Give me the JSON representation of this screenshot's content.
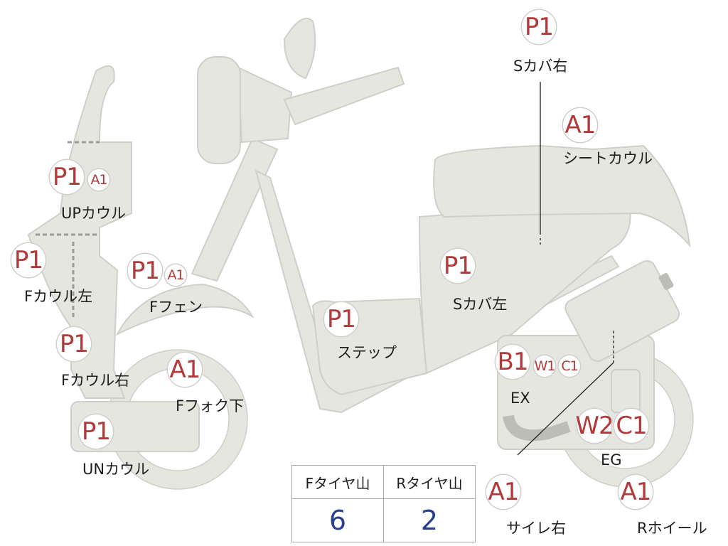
{
  "parts": [
    {
      "name": "s-cover-right",
      "codes": [
        "P1"
      ],
      "label": "Sカバ右"
    },
    {
      "name": "seat-cowl",
      "codes": [
        "A1"
      ],
      "label": "シートカウル"
    },
    {
      "name": "up-cowl",
      "codes": [
        "P1",
        "A1"
      ],
      "label": "UPカウル"
    },
    {
      "name": "f-cowl-left",
      "codes": [
        "P1"
      ],
      "label": "Fカウル左"
    },
    {
      "name": "f-fender",
      "codes": [
        "P1",
        "A1"
      ],
      "label": "Fフェン"
    },
    {
      "name": "s-cover-left",
      "codes": [
        "P1"
      ],
      "label": "Sカバ左"
    },
    {
      "name": "step",
      "codes": [
        "P1"
      ],
      "label": "ステップ"
    },
    {
      "name": "f-cowl-right",
      "codes": [
        "P1"
      ],
      "label": "Fカウル右"
    },
    {
      "name": "f-fork-lower",
      "codes": [
        "A1"
      ],
      "label": "Fフォク下"
    },
    {
      "name": "exhaust",
      "codes": [
        "B1",
        "W1",
        "C1"
      ],
      "label": "EX"
    },
    {
      "name": "under-cowl",
      "codes": [
        "P1"
      ],
      "label": "UNカウル"
    },
    {
      "name": "engine",
      "codes": [
        "W2",
        "C1"
      ],
      "label": "EG"
    },
    {
      "name": "silencer-right",
      "codes": [
        "A1"
      ],
      "label": "サイレ右"
    },
    {
      "name": "rear-wheel",
      "codes": [
        "A1"
      ],
      "label": "Rホイール"
    }
  ],
  "tire_table": {
    "headers": [
      "Fタイヤ山",
      "Rタイヤ山"
    ],
    "values": [
      "6",
      "2"
    ]
  },
  "colors": {
    "body_fill": "#e6e6e1",
    "body_stroke": "#cfcfca",
    "code_text": "#b23a3a",
    "table_value": "#2c3f8f",
    "exhaust_pipe": "#bdbdb8"
  }
}
